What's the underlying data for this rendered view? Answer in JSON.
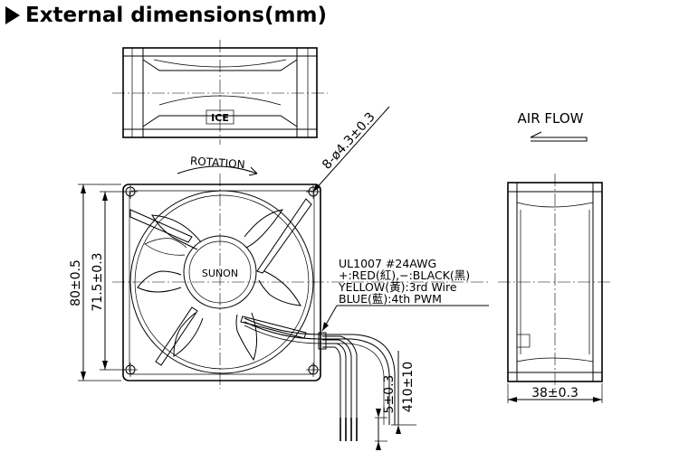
{
  "heading": {
    "text": "External dimensions(mm)"
  },
  "front_view": {
    "rotation_label": "ROTATION",
    "hub_label": "SUNON",
    "mount_hole_dim": "8-ø4.3±0.3",
    "outer_dim": "80±0.5",
    "hole_pitch_dim": "71.5±0.3"
  },
  "lead_wire_notes": {
    "line1": "UL1007  #24AWG",
    "line2": "+:RED(紅),−:BLACK(黑)",
    "line3": "YELLOW(黃):3rd Wire",
    "line4": "BLUE(藍):4th PWM",
    "lead_length_dim": "410±10",
    "strip_dim": "5±0.3"
  },
  "side_view": {
    "airflow_label": "AIR  FLOW",
    "depth_dim": "38±0.3"
  },
  "top_view": {
    "logo_label": "ICE"
  }
}
